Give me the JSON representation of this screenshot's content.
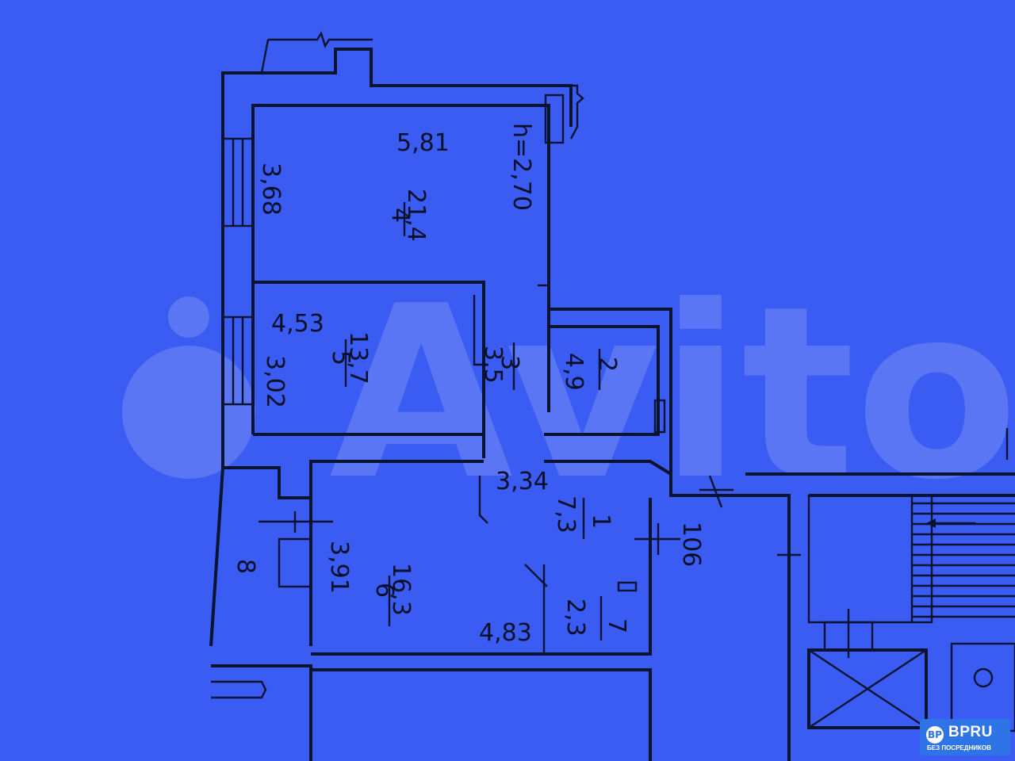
{
  "watermark": {
    "text": "Avito"
  },
  "labels": {
    "room4_width": "5,81",
    "ceiling_height": "h=2,70",
    "room4_length": "3,68",
    "room4_num": "4",
    "room4_area": "21,4",
    "room5_length": "4,53",
    "room5_num": "5",
    "room5_area": "13,7",
    "room5_width": "3,02",
    "room3_num": "3",
    "room3_area": "3,5",
    "room2_num": "2",
    "room2_area": "4,9",
    "room1_length": "3,34",
    "room1_num": "1",
    "room1_area": "7,3",
    "unit_number": "106",
    "room8_num": "8",
    "room6_width": "3,91",
    "room6_num": "6",
    "room6_area": "16,3",
    "room6_length": "4,83",
    "room7_num": "7",
    "room7_area": "2,3"
  },
  "badge": {
    "icon": "BP",
    "title": "BPRU",
    "subtitle": "БЕЗ ПОСРЕДНИКОВ"
  }
}
